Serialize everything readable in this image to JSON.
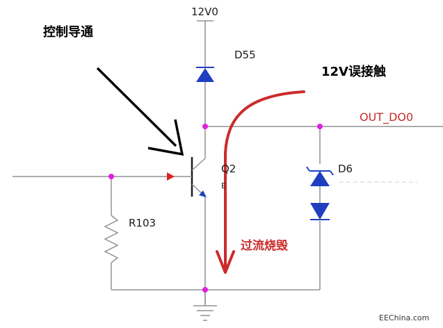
{
  "annotations": {
    "control_conduct": "控制导通",
    "wrong_contact_12v": "12V误接触",
    "overcurrent_burn": "过流烧毁"
  },
  "labels": {
    "supply": "12V0",
    "diode": "D55",
    "output_net": "OUT_DO0",
    "transistor": "Q2",
    "transistor_pin": "E",
    "tvs": "D6",
    "resistor": "R103"
  },
  "watermark": "EEChina.com",
  "colors": {
    "wire": "#909090",
    "diode_fill": "#1f3fc0",
    "node_dot": "#e020e0",
    "red_path": "#cc2a2a",
    "text": "#1a1a1a"
  }
}
